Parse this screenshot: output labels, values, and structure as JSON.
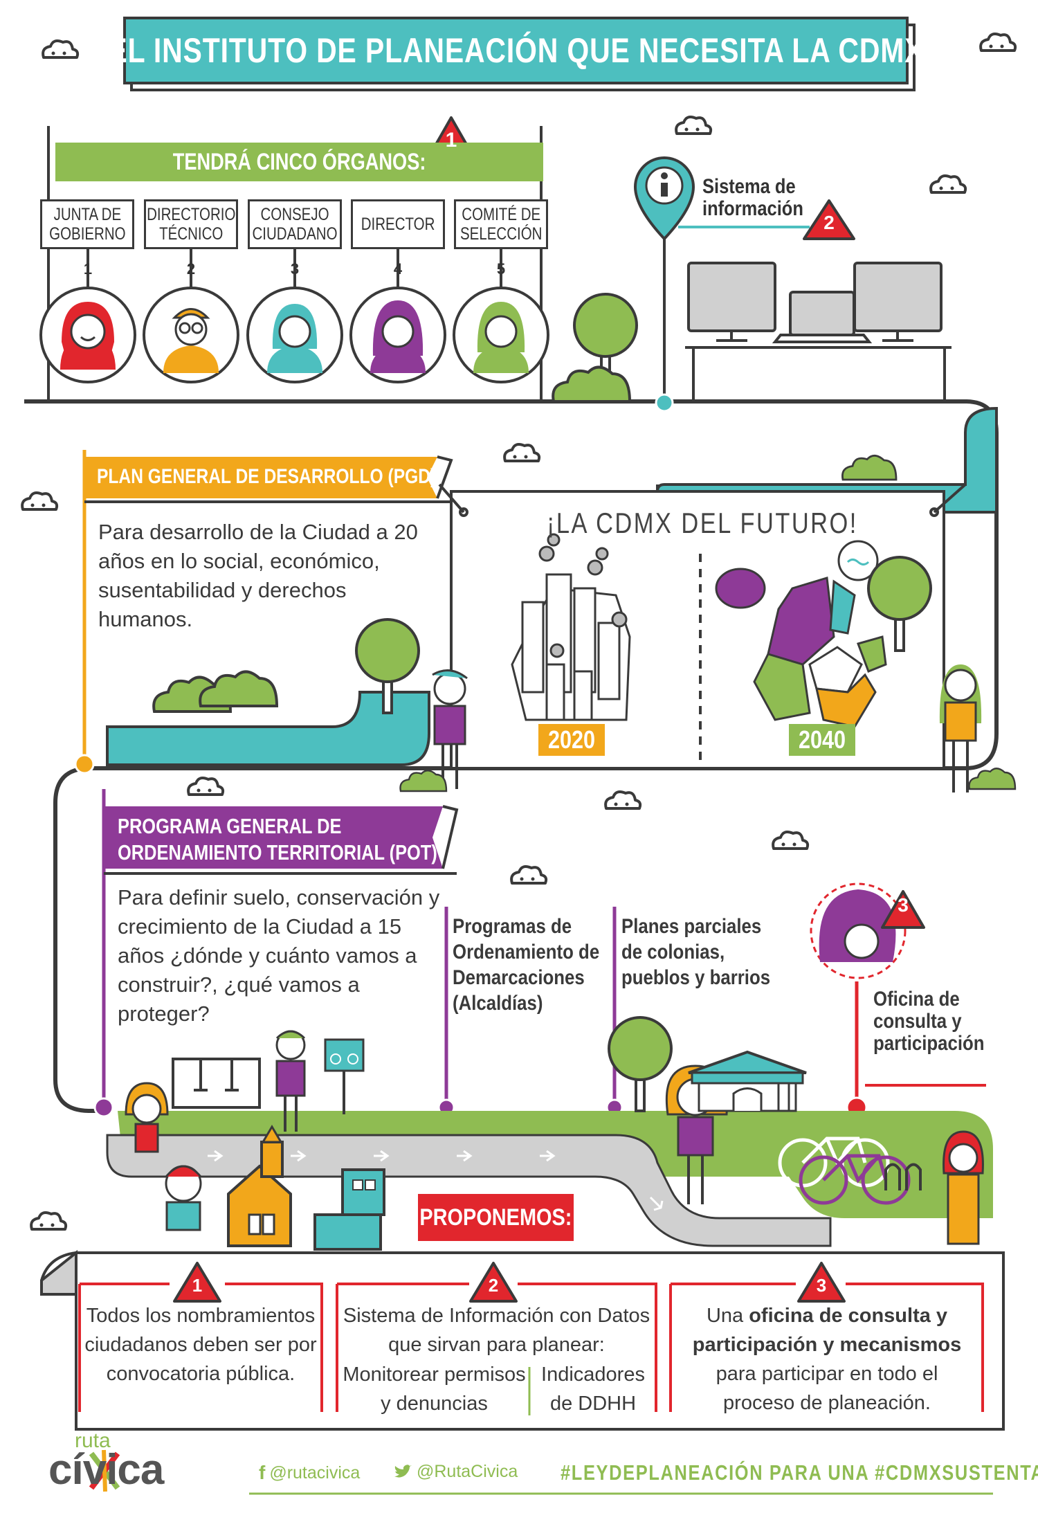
{
  "title": "EL INSTITUTO DE PLANEACIÓN QUE NECESITA LA CDMX",
  "organs": {
    "heading": "TENDRÁ CINCO ÓRGANOS:",
    "badge": "1",
    "items": [
      {
        "label": "JUNTA DE\nGOBIERNO",
        "num": "1",
        "color": "#e1262d"
      },
      {
        "label": "DIRECTORIO\nTÉCNICO",
        "num": "2",
        "color": "#f2a71b"
      },
      {
        "label": "CONSEJO\nCIUDADANO",
        "num": "3",
        "color": "#4dbfbf"
      },
      {
        "label": "DIRECTOR",
        "num": "4",
        "color": "#8e3a97"
      },
      {
        "label": "COMITÉ DE\nSELECCIÓN",
        "num": "5",
        "color": "#8fbc52"
      }
    ]
  },
  "info_system": {
    "label": "Sistema de\ninformación",
    "badge": "2",
    "icon": "info-pin-icon"
  },
  "pgd": {
    "heading": "PLAN GENERAL DE DESARROLLO (PGD)",
    "text": "Para desarrollo de la Ciudad a 20 años en lo social, económico, susentabilidad y derechos humanos."
  },
  "future": {
    "title": "¡LA CDMX DEL FUTURO!",
    "year_before": "2020",
    "year_after": "2040"
  },
  "pot": {
    "heading_line1": "PROGRAMA GENERAL DE",
    "heading_line2": "ORDENAMIENTO TERRITORIAL (POT)",
    "text": "Para definir suelo, conservación y crecimiento de la Ciudad a 15 años ¿dónde y cuánto vamos a construir?, ¿qué vamos a proteger?"
  },
  "demarcaciones": "Programas de\nOrdenamiento de\nDemarcaciones\n(Alcaldías)",
  "planes_parciales": "Planes parciales\nde colonias,\npueblos y barrios",
  "oficina": {
    "label": "Oficina de\nconsulta y\nparticipación",
    "badge": "3"
  },
  "proposals": {
    "heading": "PROPONEMOS:",
    "items": [
      {
        "num": "1",
        "text": "Todos los nombramientos ciudadanos deben ser por convocatoria pública."
      },
      {
        "num": "2",
        "text": "Sistema de Información con Datos que sirvan para planear:",
        "sub_left": "Monitorear permisos y denuncias",
        "sub_right": "Indicadores de DDHH"
      },
      {
        "num": "3",
        "text_pre": "Una ",
        "text_bold": "oficina de consulta y participación y mecanismos",
        "text_post": " para participar en todo el proceso de planeación."
      }
    ]
  },
  "footer": {
    "logo_top": "ruta",
    "logo_main": "cívica",
    "facebook": "@rutacivica",
    "twitter": "@RutaCivica",
    "hashtag": "#LEYDEPLANEACIÓN PARA UNA #CDMXSUSTENTABLE"
  },
  "colors": {
    "teal": "#4dbfbf",
    "green": "#8fbc52",
    "orange": "#f2a71b",
    "purple": "#8e3a97",
    "red": "#e1262d",
    "dark": "#3a3a3a"
  }
}
